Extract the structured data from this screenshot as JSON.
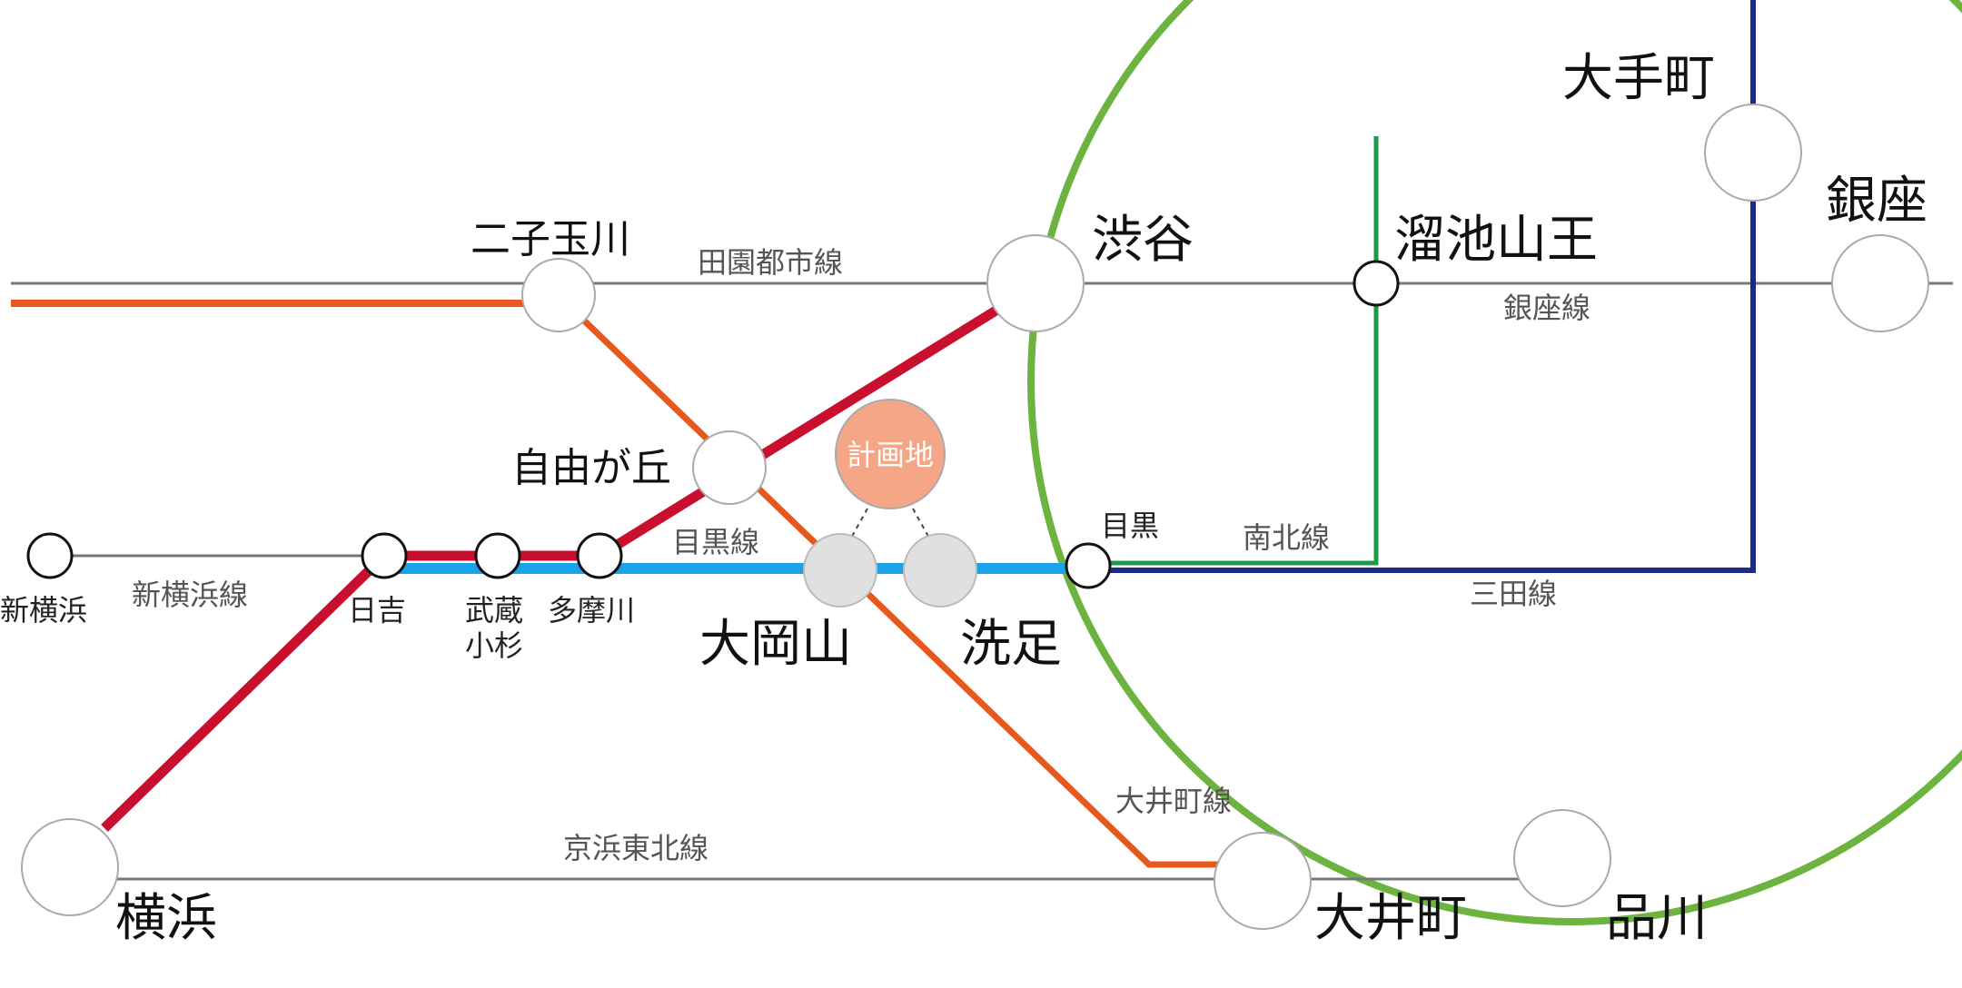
{
  "colors": {
    "yamanote": "#6cb33f",
    "mita": "#1e2a8a",
    "namboku": "#1f9a48",
    "toyoko": "#c8102e",
    "oimachi": "#e8581c",
    "meguro": "#1aa3e8",
    "gray_line": "#777777",
    "station_fill": "#ffffff",
    "station_stroke": "#aaaaaa",
    "gray_station_fill": "#e0e0e0",
    "plan_fill": "#f4a687"
  },
  "stations": {
    "yokohama": "横浜",
    "shinyokohama": "新横浜",
    "hiyoshi": "日吉",
    "musashikosugi_1": "武蔵",
    "musashikosugi_2": "小杉",
    "tamagawa": "多摩川",
    "jiyugaoka": "自由が丘",
    "futakotamagawa": "二子玉川",
    "shibuya": "渋谷",
    "tameike_sanno": "溜池山王",
    "otemachi": "大手町",
    "ginza": "銀座",
    "meguro": "目黒",
    "ookayama": "大岡山",
    "senzoku": "洗足",
    "oimachi": "大井町",
    "shinagawa": "品川"
  },
  "lines": {
    "denentoshi": "田園都市線",
    "ginza": "銀座線",
    "meguro": "目黒線",
    "namboku": "南北線",
    "mita": "三田線",
    "shinyokohama": "新横浜線",
    "oimachi": "大井町線",
    "keihin_tohoku": "京浜東北線"
  },
  "plan_site": "計画地"
}
